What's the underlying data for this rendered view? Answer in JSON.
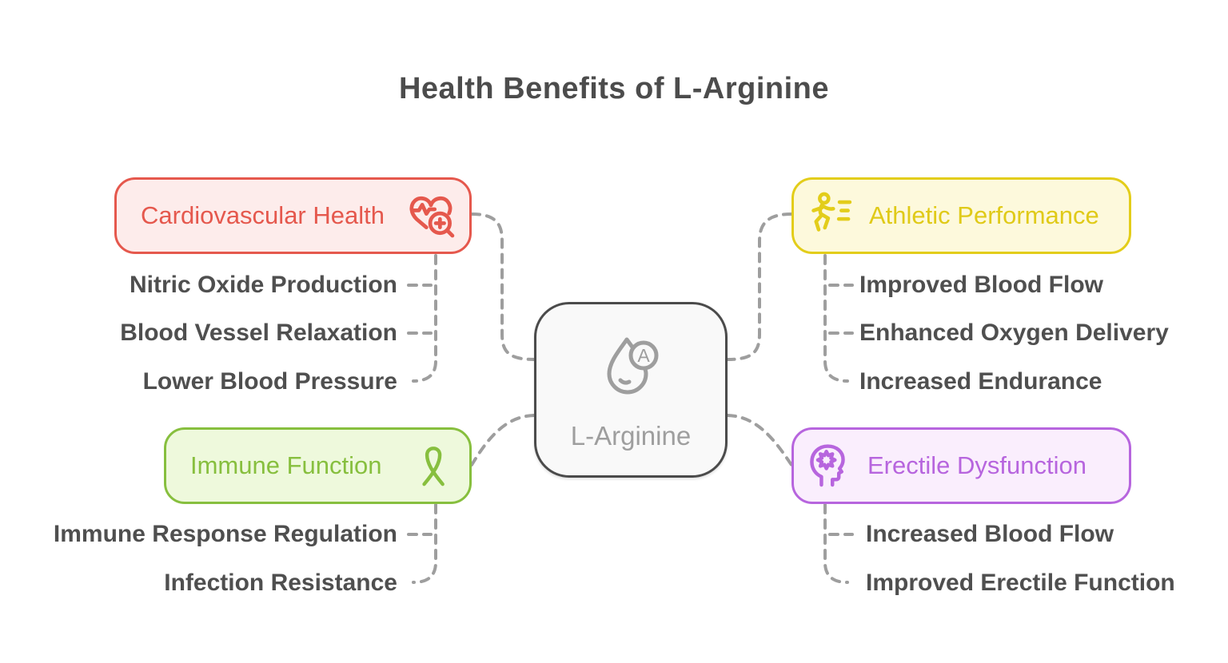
{
  "title": "Health Benefits of L-Arginine",
  "center": {
    "label": "L-Arginine",
    "icon": "droplet-a-icon",
    "icon_letter": "A",
    "border_color": "#4b4b4b",
    "background": "#f9f9f9",
    "text_color": "#9e9e9e"
  },
  "connector_color": "#9e9e9e",
  "text_color": "#4f4f4f",
  "branches": [
    {
      "label": "Cardiovascular Health",
      "icon": "heart-pulse-magnifier-icon",
      "color": "#e5584d",
      "background": "#fdeceb",
      "children": [
        "Nitric Oxide Production",
        "Blood Vessel Relaxation",
        "Lower Blood Pressure"
      ]
    },
    {
      "label": "Athletic Performance",
      "icon": "runner-icon",
      "color": "#e3cd1a",
      "background": "#fdf9dc",
      "children": [
        "Improved Blood Flow",
        "Enhanced Oxygen Delivery",
        "Increased Endurance"
      ]
    },
    {
      "label": "Immune Function",
      "icon": "awareness-ribbon-icon",
      "color": "#87bf3e",
      "background": "#eef9dc",
      "children": [
        "Immune Response Regulation",
        "Infection Resistance"
      ]
    },
    {
      "label": "Erectile Dysfunction",
      "icon": "head-starburst-icon",
      "color": "#b765de",
      "background": "#faeefd",
      "children": [
        "Increased Blood Flow",
        "Improved Erectile Function"
      ]
    }
  ]
}
